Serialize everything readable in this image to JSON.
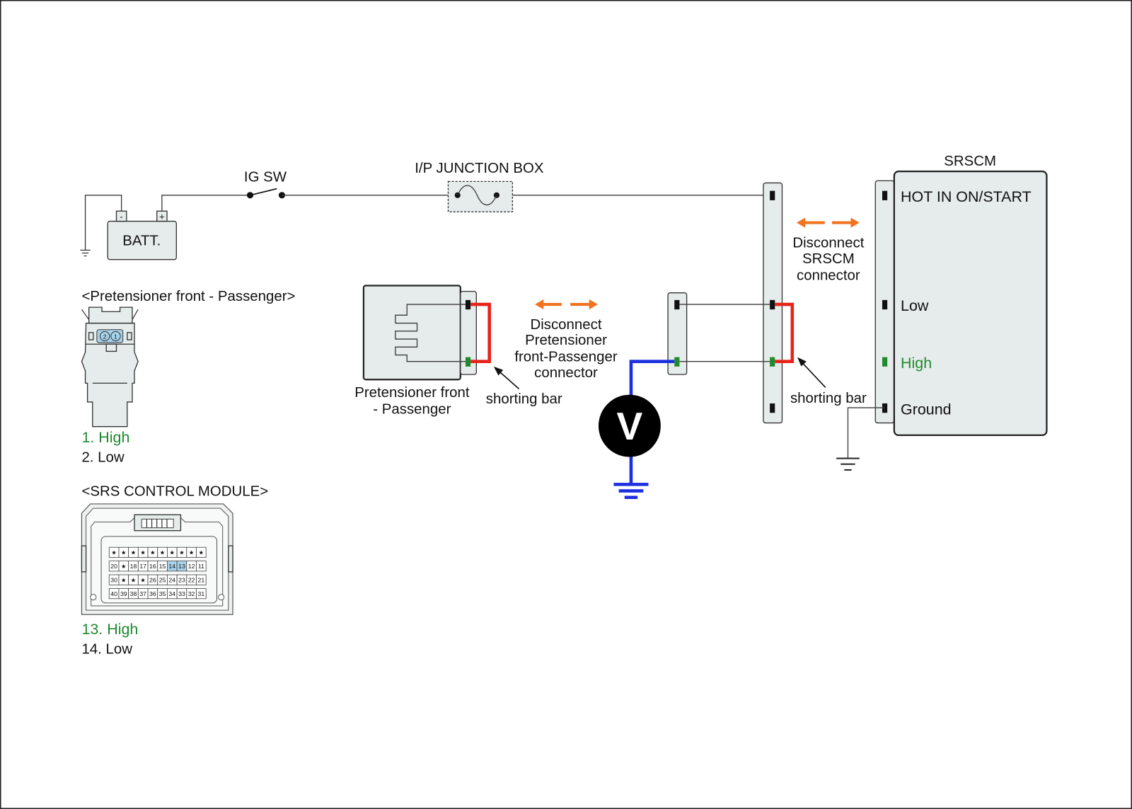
{
  "power_circuit": {
    "battery": {
      "label": "BATT.",
      "negative_terminal": "-",
      "positive_terminal": "+"
    },
    "ignition_switch": {
      "label": "IG SW"
    },
    "junction_box": {
      "label": "I/P JUNCTION BOX"
    }
  },
  "srscm": {
    "title": "SRSCM",
    "pins": {
      "hot": "HOT IN ON/START",
      "low": "Low",
      "high": "High",
      "ground": "Ground"
    },
    "disconnect_note": [
      "Disconnect",
      "SRSCM",
      "connector"
    ],
    "shorting_bar_label": "shorting bar"
  },
  "pretensioner": {
    "label": [
      "Pretensioner front",
      "- Passenger"
    ],
    "disconnect_note": [
      "Disconnect",
      "Pretensioner",
      "front-Passenger",
      "connector"
    ],
    "shorting_bar_label": "shorting bar"
  },
  "voltmeter": {
    "symbol": "V"
  },
  "legend": {
    "pretensioner_connector": {
      "title": "<Pretensioner front - Passenger>",
      "pin_numbers": [
        "2",
        "1"
      ],
      "pin_list": [
        "1. High",
        "2. Low"
      ]
    },
    "srs_control_module": {
      "title": "<SRS CONTROL MODULE>",
      "pin_rows": [
        [
          "★",
          "★",
          "★",
          "★",
          "★",
          "★",
          "★",
          "★",
          "★",
          "★"
        ],
        [
          "20",
          "★",
          "18",
          "17",
          "16",
          "15",
          "14",
          "13",
          "12",
          "11"
        ],
        [
          "30",
          "★",
          "★",
          "★",
          "26",
          "25",
          "24",
          "23",
          "22",
          "21"
        ],
        [
          "40",
          "39",
          "38",
          "37",
          "36",
          "35",
          "34",
          "33",
          "32",
          "31"
        ]
      ],
      "highlighted_cells": [
        [
          1,
          6
        ],
        [
          1,
          7
        ]
      ],
      "pin_list": [
        "13. High",
        "14. Low"
      ]
    }
  },
  "colors": {
    "high_pin": "#1f8a2e",
    "shorting_bar": "#e8231b",
    "meter_wire": "#1b2fe0",
    "disconnect_arrow": "#f0731f",
    "component_fill": "#e6eceb",
    "highlighted_pin": "#a8d3ea"
  }
}
